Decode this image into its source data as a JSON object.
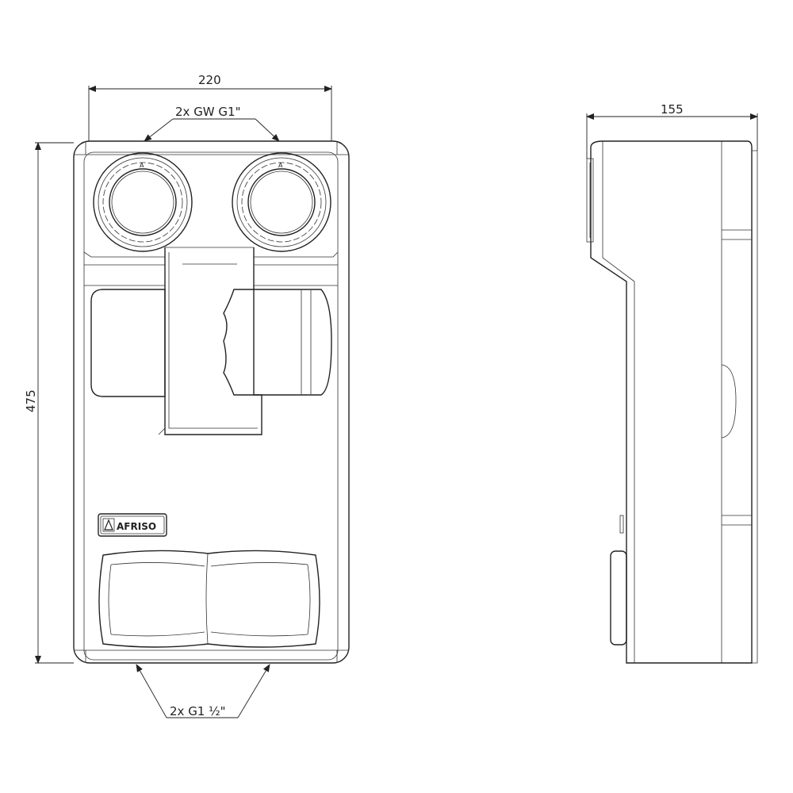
{
  "dimensions": {
    "front_width": "220",
    "side_depth": "155",
    "height": "475"
  },
  "annotations": {
    "top_connections": "2x GW G1\"",
    "bottom_connections": "2x G1 ½\""
  },
  "logo": {
    "brand": "AFRISO"
  },
  "views": [
    "front-view",
    "side-view"
  ]
}
